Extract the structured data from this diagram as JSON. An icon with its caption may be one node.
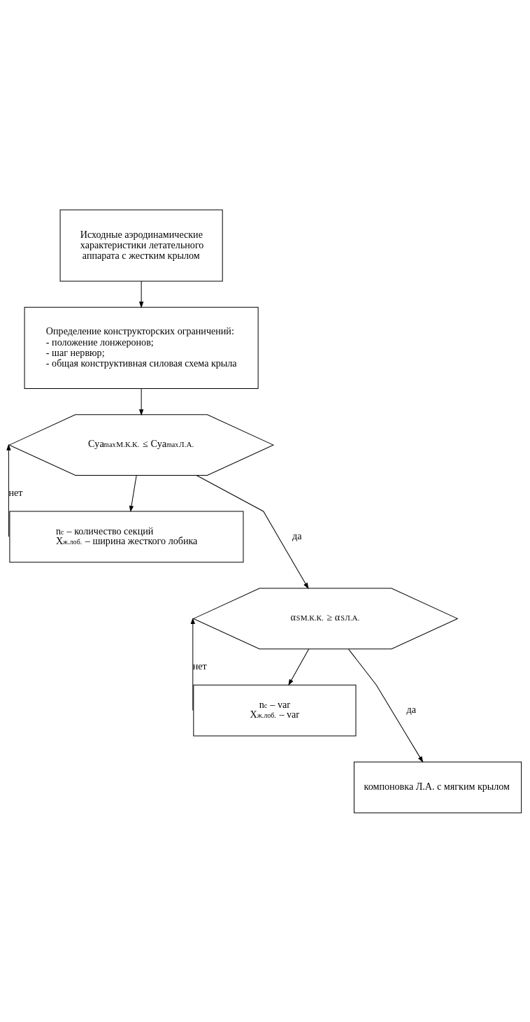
{
  "diagram": {
    "nodes": [
      {
        "text": [
          "Исходные аэродинамические характеристики летательного аппарата с жестким крылом"
        ]
      },
      {
        "text": [
          "Определение конструкторских ограничений:",
          "- положение лонжеронов;",
          "- шаг нервюр;",
          "- общая конструктивная силовая схема крыла"
        ]
      },
      {
        "text": [
          "Cya$_{max}$$^{М.К.К.}$ ≤ Cya$_{max}$$^{Л.А.}$"
        ]
      },
      {
        "text": [
          "n$_{c}$ – количество секций",
          "X$_{ж.лоб.}$ – ширина жесткого лобика"
        ]
      },
      {
        "text": [
          "α$_{S}$$^{М.К.К.}$ ≥ α$_{S}$$^{Л.А.}$"
        ]
      },
      {
        "text": [
          "n$_{c}$ – var",
          "X$_{ж.лоб.}$ – var"
        ]
      },
      {
        "text": [
          "компоновка Л.А. с мягким крылом"
        ]
      }
    ],
    "edges": [
      {
        "from": 0,
        "to": 1,
        "arrow": "to"
      },
      {
        "from": 1,
        "to": 2,
        "arrow": "to"
      },
      {
        "from": 2,
        "to": 3,
        "arrow": "to"
      },
      {
        "from": 3,
        "to": 2,
        "arrow": "to",
        "label": "нет"
      },
      {
        "from": 2,
        "to": 4,
        "arrow": "to",
        "label": "да"
      },
      {
        "from": 4,
        "to": 5,
        "arrow": "to"
      },
      {
        "from": 5,
        "to": 4,
        "arrow": "to",
        "label": "нет"
      },
      {
        "from": 4,
        "to": 6,
        "arrow": "to",
        "label": "да"
      }
    ]
  }
}
